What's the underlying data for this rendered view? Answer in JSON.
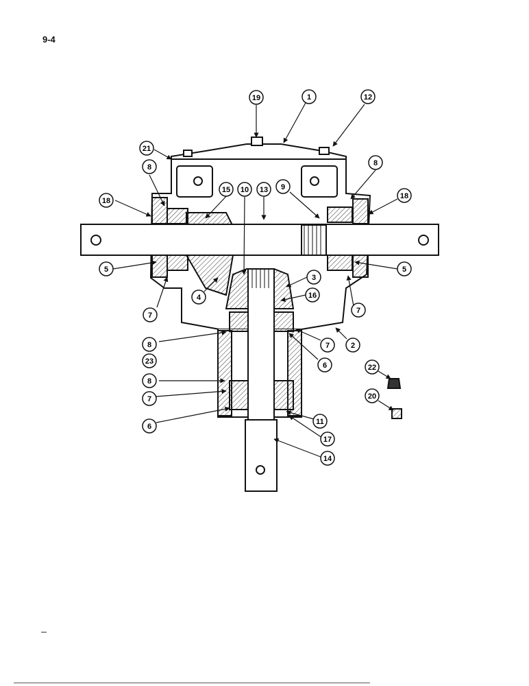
{
  "page": {
    "number": "9-4"
  },
  "callouts": [
    {
      "label": "1"
    },
    {
      "label": "2"
    },
    {
      "label": "3"
    },
    {
      "label": "4"
    },
    {
      "label": "5"
    },
    {
      "label": "5"
    },
    {
      "label": "6"
    },
    {
      "label": "6"
    },
    {
      "label": "7"
    },
    {
      "label": "7"
    },
    {
      "label": "7"
    },
    {
      "label": "7"
    },
    {
      "label": "8"
    },
    {
      "label": "8"
    },
    {
      "label": "8"
    },
    {
      "label": "8"
    },
    {
      "label": "9"
    },
    {
      "label": "10"
    },
    {
      "label": "11"
    },
    {
      "label": "12"
    },
    {
      "label": "13"
    },
    {
      "label": "14"
    },
    {
      "label": "15"
    },
    {
      "label": "16"
    },
    {
      "label": "17"
    },
    {
      "label": "18"
    },
    {
      "label": "18"
    },
    {
      "label": "19"
    },
    {
      "label": "20"
    },
    {
      "label": "21"
    },
    {
      "label": "22"
    },
    {
      "label": "23"
    }
  ]
}
